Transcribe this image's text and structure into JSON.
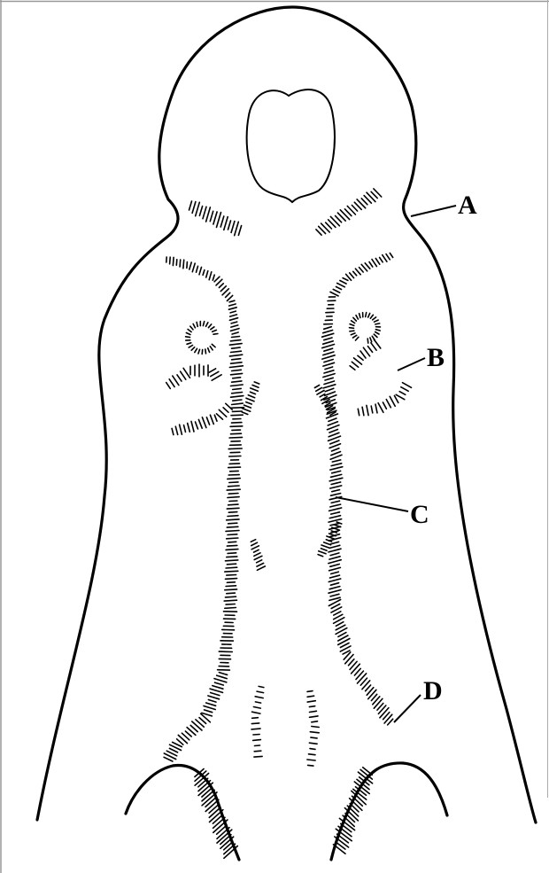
{
  "labels": {
    "a": "A",
    "b": "B",
    "c": "C",
    "d": "D"
  },
  "colors": {
    "ink": "#000000",
    "background": "#ffffff",
    "frame": "#999999"
  }
}
